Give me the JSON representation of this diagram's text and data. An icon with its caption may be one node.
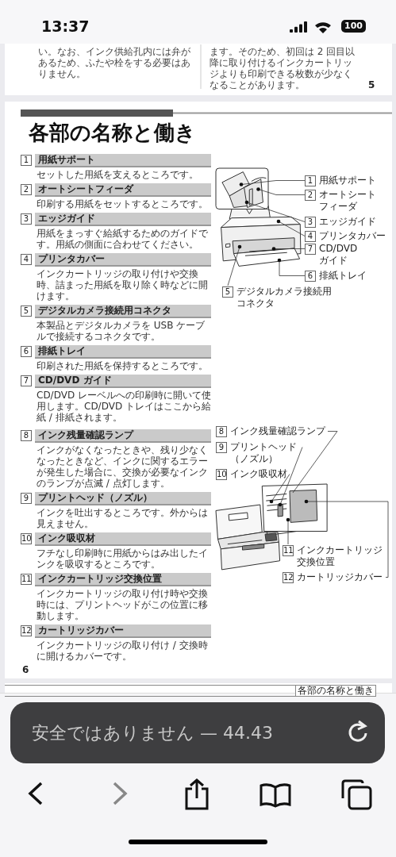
{
  "diagram": {
    "title": "各部の名称と働き",
    "nodes": [
      {
        "text": [
          "1",
          "用紙サポート",
          "セットした用紙を支えるところです。"
        ]
      },
      {
        "text": [
          "2",
          "オートシートフィーダ",
          "印刷する用紙をセットするところです。"
        ]
      },
      {
        "text": [
          "3",
          "エッジガイド",
          "用紙をまっすぐ給紙するためのガイドです。用紙の側面に合わせてください。"
        ]
      },
      {
        "text": [
          "4",
          "プリンタカバー",
          "インクカートリッジの取り付けや交換時、詰まった用紙を取り除く時などに開けます。"
        ]
      },
      {
        "text": [
          "5",
          "デジタルカメラ接続用コネクタ",
          "本製品とデジタルカメラを USB ケーブルで接続するコネクタです。"
        ]
      },
      {
        "text": [
          "6",
          "排紙トレイ",
          "印刷された用紙を保持するところです。"
        ]
      },
      {
        "text": [
          "7",
          "CD/DVD ガイド",
          "CD/DVD レーベルへの印刷時に開いて使用します。CD/DVD トレイはここから給紙 / 排紙されます。"
        ]
      },
      {
        "text": [
          "8",
          "インク残量確認ランプ",
          "インクがなくなったときや、残り少なくなったときなど、インクに関するエラーが発生した場合に、交換が必要なインクのランプが点滅 / 点灯します。"
        ]
      },
      {
        "text": [
          "9",
          "プリントヘッド（ノズル）",
          "インクを吐出するところです。外からは見えません。"
        ]
      },
      {
        "text": [
          "10",
          "インク吸収材",
          "フチなし印刷時に用紙からはみ出したインクを吸収するところです。"
        ]
      },
      {
        "text": [
          "11",
          "インクカートリッジ交換位置",
          "インクカートリッジの取り付け時や交換時には、プリントヘッドがこの位置に移動します。"
        ]
      },
      {
        "text": [
          "12",
          "カートリッジカバー",
          "インクカートリッジの取り付け / 交換時に開けるカバーです。"
        ]
      },
      {
        "text": [
          "1"
        ],
        "beside": [
          "用紙サポート"
        ]
      },
      {
        "text": [
          "2"
        ],
        "beside": [
          "オートシートフィーダ"
        ]
      },
      {
        "text": [
          "3"
        ],
        "beside": [
          "エッジガイド"
        ]
      },
      {
        "text": [
          "4"
        ],
        "beside": [
          "プリンタカバー"
        ]
      },
      {
        "text": [
          "5"
        ],
        "beside": [
          "デジタルカメラ接続用コネクタ"
        ]
      },
      {
        "text": [
          "6"
        ],
        "beside": [
          "排紙トレイ"
        ]
      },
      {
        "text": [
          "7"
        ],
        "beside": [
          "CD/DVD ガイド"
        ]
      },
      {
        "text": [
          "8"
        ],
        "beside": [
          "インク残量確認ランプ"
        ]
      },
      {
        "text": [
          "9"
        ],
        "beside": [
          "プリントヘッド（ノズル）"
        ]
      },
      {
        "text": [
          "10"
        ],
        "beside": [
          "インク吸収材"
        ]
      },
      {
        "text": [
          "11"
        ],
        "beside": [
          "インクカートリッジ交換位置"
        ]
      },
      {
        "text": [
          "12"
        ],
        "beside": [
          "カートリッジカバー"
        ]
      }
    ],
    "edges": [
      {
        "from": 12,
        "to": null,
        "arrow": "other"
      },
      {
        "from": 13,
        "to": null,
        "arrow": "other"
      },
      {
        "from": 14,
        "to": null,
        "arrow": "other"
      },
      {
        "from": 15,
        "to": null,
        "arrow": "other"
      },
      {
        "from": 16,
        "to": null,
        "arrow": "other"
      },
      {
        "from": 17,
        "to": null,
        "arrow": "other"
      },
      {
        "from": 18,
        "to": null,
        "arrow": "other"
      },
      {
        "from": 19,
        "to": null,
        "arrow": "none"
      },
      {
        "from": 20,
        "to": null,
        "arrow": "other"
      },
      {
        "from": 21,
        "to": null,
        "arrow": "other"
      },
      {
        "from": 22,
        "to": null,
        "arrow": "other"
      },
      {
        "from": 23,
        "to": null,
        "arrow": "other"
      }
    ],
    "labels": [
      "13:37",
      "100",
      "い。なお、インク供給孔内には弁があるため、ふたや栓をする必要はありません。",
      "ます。そのため、初回は 2 回目以降に取り付けるインクカートリッジよりも印刷できる枚数が少なくなることがあります。",
      "5",
      "6",
      "各部の名称と働き",
      "安全ではありません — 44.43"
    ]
  }
}
